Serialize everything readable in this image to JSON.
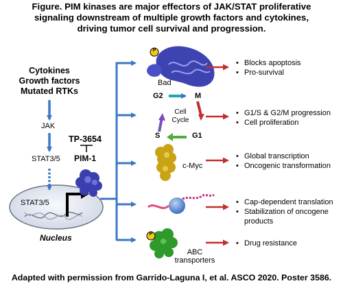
{
  "title": {
    "line1": "Figure. PIM kinases are major effectors of JAK/STAT proliferative",
    "line2": "signaling downstream of multiple growth factors and cytokines,",
    "line3": "driving tumor cell survival and progression."
  },
  "inputs": {
    "line1": "Cytokines",
    "line2": "Growth factors",
    "line3": "Mutated RTKs"
  },
  "pathway": {
    "jak": "JAK",
    "stat_cyto": "STAT3/5",
    "stat_nuc": "STAT3/5",
    "inhibitor": "TP-3654",
    "pim": "PIM-1",
    "nucleus": "Nucleus"
  },
  "targets": {
    "bad": {
      "label": "Bad",
      "p": "P",
      "effects": [
        "Blocks apoptosis",
        "Pro-survival"
      ]
    },
    "cell_cycle": {
      "label1": "Cell",
      "label2": "Cycle",
      "g2": "G2",
      "m": "M",
      "s": "S",
      "g1": "G1",
      "effects": [
        "G1/S & G2/M progression",
        "Cell proliferation"
      ]
    },
    "cmyc": {
      "label": "c-Myc",
      "effects": [
        "Global transcription",
        "Oncogenic transformation"
      ]
    },
    "translation": {
      "effects": [
        "Cap-dependent translation",
        "Stabilization of oncogene",
        "products"
      ]
    },
    "abc": {
      "label1": "ABC",
      "label2": "transporters",
      "p": "P",
      "effects": [
        "Drug resistance"
      ]
    }
  },
  "footer": "Adapted with permission from Garrido-Laguna I, et al. ASCO 2020. Poster 3586.",
  "colors": {
    "blue_arrow": "#3b78c4",
    "red_arrow": "#c0302f",
    "mito": "#3d43b0",
    "pim_protein": "#3a3fb0",
    "cmyc_protein": "#c9a316",
    "abc_protein": "#2e9a2a",
    "phospho": "#f2c81d",
    "nucleus_fill": "#e4e8f0"
  }
}
